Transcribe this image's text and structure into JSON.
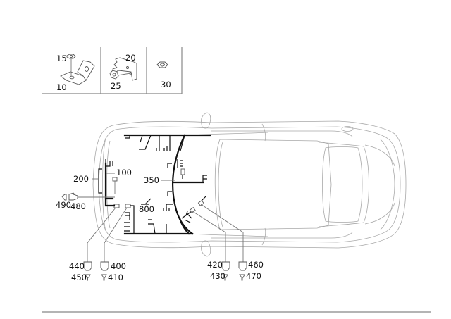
{
  "parts_panel": {
    "cells": [
      {
        "items": [
          {
            "id": "15",
            "kind": "nut"
          },
          {
            "id": "10",
            "kind": "angle-bracket"
          }
        ]
      },
      {
        "items": [
          {
            "id": "20",
            "kind": "flat-bracket"
          },
          {
            "id": "25",
            "kind": "bolt-nut"
          }
        ]
      },
      {
        "items": [
          {
            "id": "30",
            "kind": "hex-nut"
          }
        ]
      }
    ],
    "labels": {
      "p15": "15",
      "p10": "10",
      "p20": "20",
      "p25": "25",
      "p30": "30"
    }
  },
  "diagram": {
    "subject": "vehicle top view with wiring harness",
    "callouts": {
      "c100": "100",
      "c200": "200",
      "c350": "350",
      "c400": "400",
      "c410": "410",
      "c420": "420",
      "c430": "430",
      "c440": "440",
      "c450": "450",
      "c460": "460",
      "c470": "470",
      "c480": "480",
      "c490": "490",
      "c800": "800"
    }
  },
  "colors": {
    "harness": "#111111",
    "car_outline": "#a8a8a8",
    "leader": "#777777",
    "frame": "#888888"
  }
}
